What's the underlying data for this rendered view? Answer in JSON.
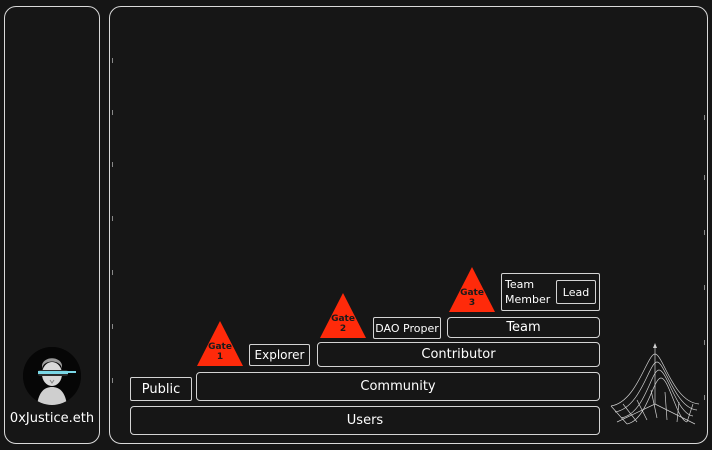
{
  "profile": {
    "name": "0xJustice.eth"
  },
  "diagram": {
    "layers": {
      "users": "Users",
      "public": "Public",
      "community": "Community",
      "explorer": "Explorer",
      "contributor": "Contributor",
      "dao_proper": "DAO Proper",
      "team": "Team",
      "team_member": "Team Member",
      "lead": "Lead"
    },
    "gates": [
      {
        "word": "Gate",
        "number": "1"
      },
      {
        "word": "Gate",
        "number": "2"
      },
      {
        "word": "Gate",
        "number": "3"
      }
    ],
    "gate_color": "#ff2a0a",
    "border_color": "#d4d4d4"
  }
}
